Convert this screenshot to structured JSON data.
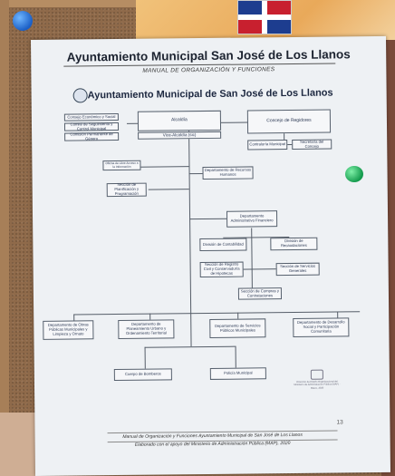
{
  "document": {
    "title": "Ayuntamiento Municipal San José de Los Llanos",
    "subtitle": "MANUAL DE ORGANIZACIÓN Y FUNCIONES",
    "chart_title": "Ayuntamiento Municipal de San José de Los Llanos",
    "page_number": "13",
    "footer_line1": "Manual de Organización y Funciones Ayuntamiento Municipal de San José de Los Llanos",
    "footer_line2": "Elaborado con el apoyo del Ministerio de Administración Pública (MAP), 2020",
    "stamp_text": "Dirección de Diseño Organizacional del Ministerio de Administración Pública (MAP) · Marzo, 2020"
  },
  "org_chart": {
    "concejo_economico": "Consejo Económico y Social",
    "comite_seguimiento": "Comité de Seguimiento y Control Municipal",
    "comision_genero": "Comisión Permanente de Género",
    "alcaldia": "Alcaldía",
    "vice_alcaldia": "Vice-Alcaldía (sic)",
    "concejo_regidores": "Concejo de Regidores",
    "contraloria": "Contraloría Municipal",
    "secretaria_concejo": "Secretaría del Concejo",
    "oficina_libre_acceso": "Oficina de Libre Acceso a la Información",
    "recursos_humanos": "Departamento de Recursos Humanos",
    "planificacion": "Sección de Planificación y Programación",
    "dep_administrativo": "Departamento Administrativo Financiero",
    "contabilidad": "División de Contabilidad",
    "recaudaciones": "División de Recaudaciones",
    "registro_civil": "Sección de Registro Civil y Conservaduría de Hipotecas",
    "servicios_generales": "Sección de Servicios Generales",
    "compras": "Sección de Compras y Contrataciones",
    "obras_publicas": "Departamento de Obras Públicas Municipales y Limpieza y Ornato",
    "planeamiento": "Departamento de Planeamiento Urbano y Ordenamiento Territorial",
    "servicios_publicos": "Departamento de Servicios Públicos Municipales",
    "desarrollo_social": "Departamento de Desarrollo Social y Participación Comunitaria",
    "bomberos": "Cuerpo de Bomberos",
    "policia": "Policía Municipal"
  }
}
